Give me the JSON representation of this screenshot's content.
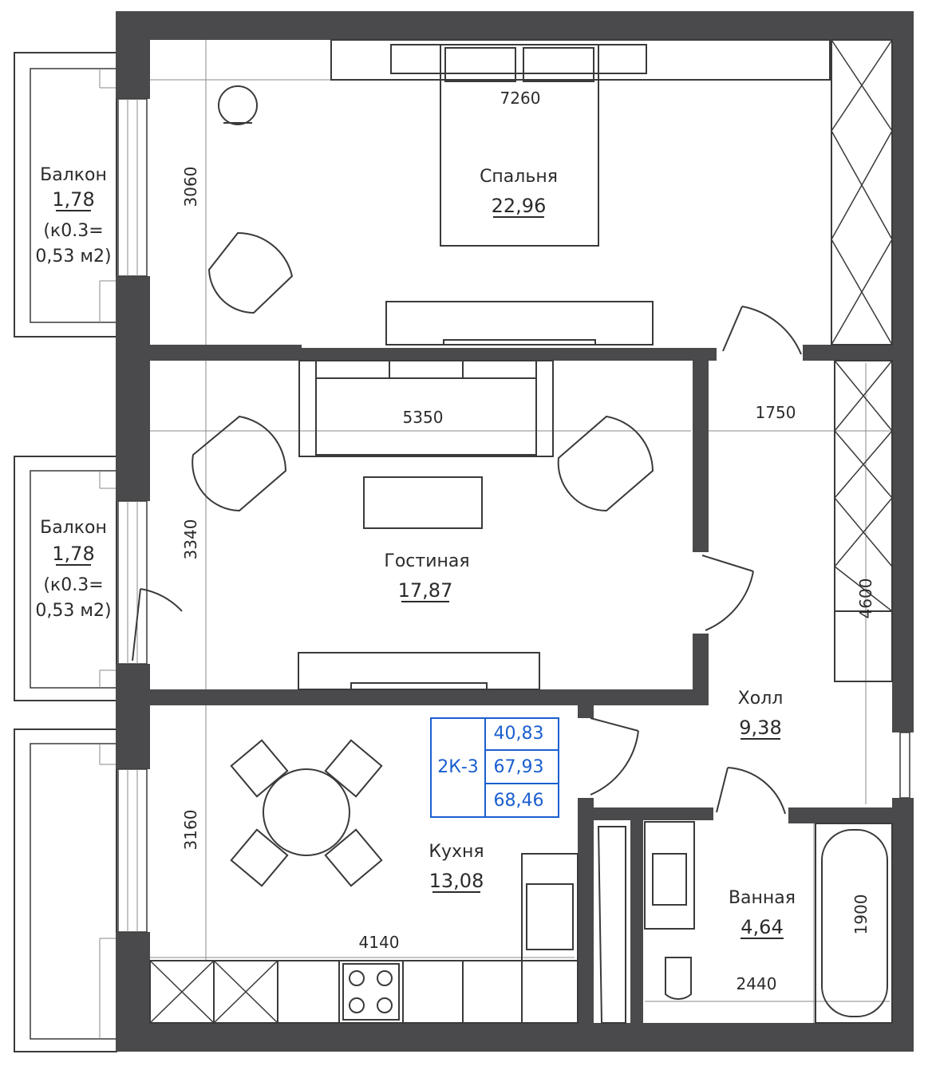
{
  "rooms": {
    "bedroom": {
      "name": "Спальня",
      "area": "22,96"
    },
    "living": {
      "name": "Гостиная",
      "area": "17,87"
    },
    "kitchen": {
      "name": "Кухня",
      "area": "13,08"
    },
    "hall": {
      "name": "Холл",
      "area": "9,38"
    },
    "bath": {
      "name": "Ванная",
      "area": "4,64"
    },
    "balcony1": {
      "name": "Балкон",
      "area": "1,78",
      "coef": "(к0.3=",
      "reduced": "0,53 м2)"
    },
    "balcony2": {
      "name": "Балкон",
      "area": "1,78",
      "coef": "(к0.3=",
      "reduced": "0,53 м2)"
    }
  },
  "dimensions": {
    "bedroom_width": "7260",
    "bedroom_depth": "3060",
    "living_width": "5350",
    "living_depth": "3340",
    "hall_width": "1750",
    "hall_length": "4600",
    "kitchen_width": "4140",
    "kitchen_depth": "3160",
    "bath_width": "2440",
    "bath_depth": "1900"
  },
  "apartment_tag": {
    "code": "2К-3",
    "values": [
      "40,83",
      "67,93",
      "68,46"
    ],
    "color": "#1a5fd0"
  },
  "colors": {
    "wall": "#4a4a4c",
    "line": "#3a3a3a",
    "guide": "#8a8a8a"
  }
}
